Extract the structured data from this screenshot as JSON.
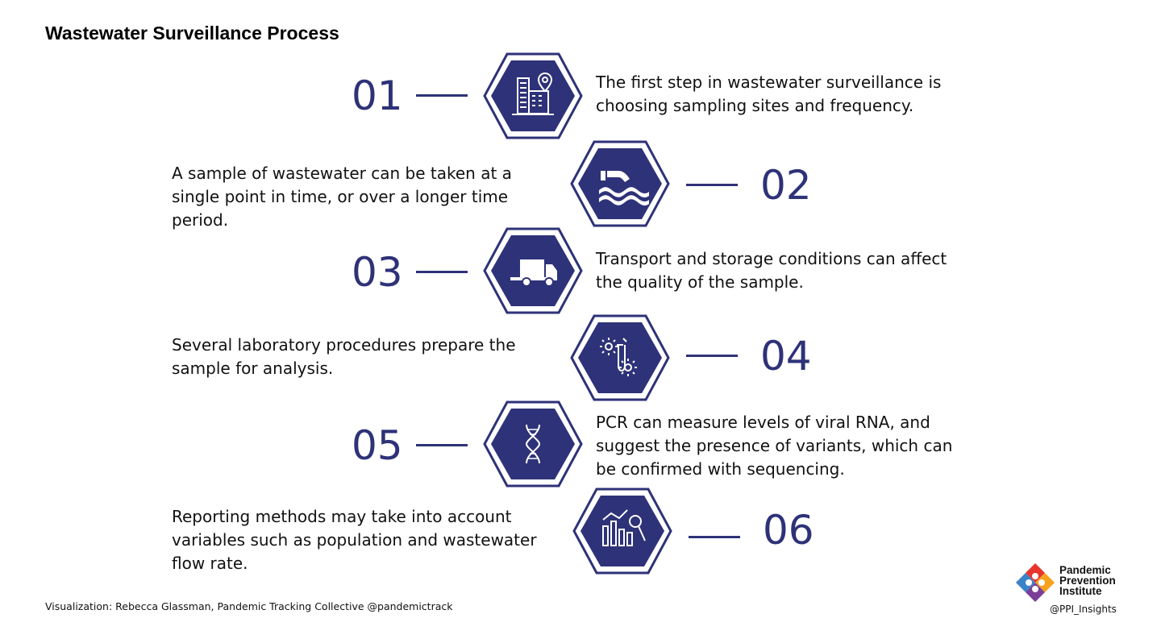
{
  "title": "Wastewater Surveillance Process",
  "accent_color": "#2e3278",
  "steps": [
    {
      "number": "01",
      "icon": "city-location-icon",
      "text": "The first step in wastewater surveillance is choosing sampling sites and frequency."
    },
    {
      "number": "02",
      "icon": "outflow-pipe-icon",
      "text": "A sample of wastewater can be taken at a single point in time, or over a longer time period."
    },
    {
      "number": "03",
      "icon": "truck-icon",
      "text": "Transport and storage conditions can affect the quality of the sample."
    },
    {
      "number": "04",
      "icon": "lab-virus-icon",
      "text": "Several laboratory procedures prepare the sample for analysis."
    },
    {
      "number": "05",
      "icon": "dna-icon",
      "text": "PCR can measure levels of viral RNA, and suggest the presence of variants, which can be confirmed with sequencing."
    },
    {
      "number": "06",
      "icon": "chart-magnifier-icon",
      "text": "Reporting methods may take into account variables such as population and wastewater flow rate."
    }
  ],
  "footer": {
    "credit": "Visualization: Rebecca Glassman, Pandemic Tracking Collective @pandemictrack"
  },
  "logo": {
    "name_line1": "Pandemic",
    "name_line2": "Prevention",
    "name_line3": "Institute",
    "handle": "@PPI_Insights",
    "colors": [
      "#e8362f",
      "#f6a21d",
      "#3a83c9",
      "#7b3f98"
    ]
  }
}
